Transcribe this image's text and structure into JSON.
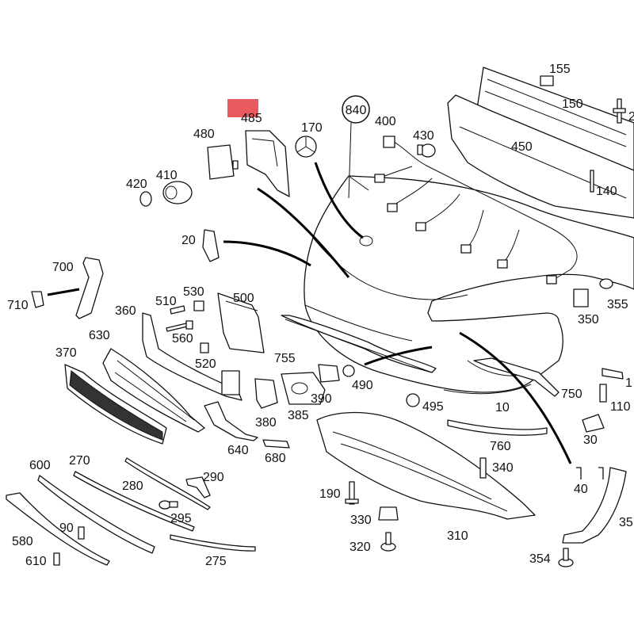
{
  "highlight_color": "#e85a5e",
  "callout_840": "840",
  "labels": {
    "l155": "155",
    "l150": "150",
    "l2": "2",
    "l485": "485",
    "l170": "170",
    "l400": "400",
    "l430": "430",
    "l480": "480",
    "l450": "450",
    "l410": "410",
    "l420": "420",
    "l140": "140",
    "l20": "20",
    "l700": "700",
    "l710": "710",
    "l530": "530",
    "l510": "510",
    "l500": "500",
    "l360": "360",
    "l355": "355",
    "l350": "350",
    "l630": "630",
    "l560": "560",
    "l370": "370",
    "l520": "520",
    "l755": "755",
    "l490": "490",
    "l390": "390",
    "l1": "1",
    "l750": "750",
    "l110": "110",
    "l495": "495",
    "l10": "10",
    "l380": "380",
    "l385": "385",
    "l640": "640",
    "l680": "680",
    "l30": "30",
    "l760": "760",
    "l600": "600",
    "l270": "270",
    "l340": "340",
    "l290": "290",
    "l280": "280",
    "l40": "40",
    "l190": "190",
    "l295": "295",
    "l90": "90",
    "l330": "330",
    "l35": "35",
    "l310": "310",
    "l580": "580",
    "l320": "320",
    "l275": "275",
    "l610": "610",
    "l354": "354"
  }
}
